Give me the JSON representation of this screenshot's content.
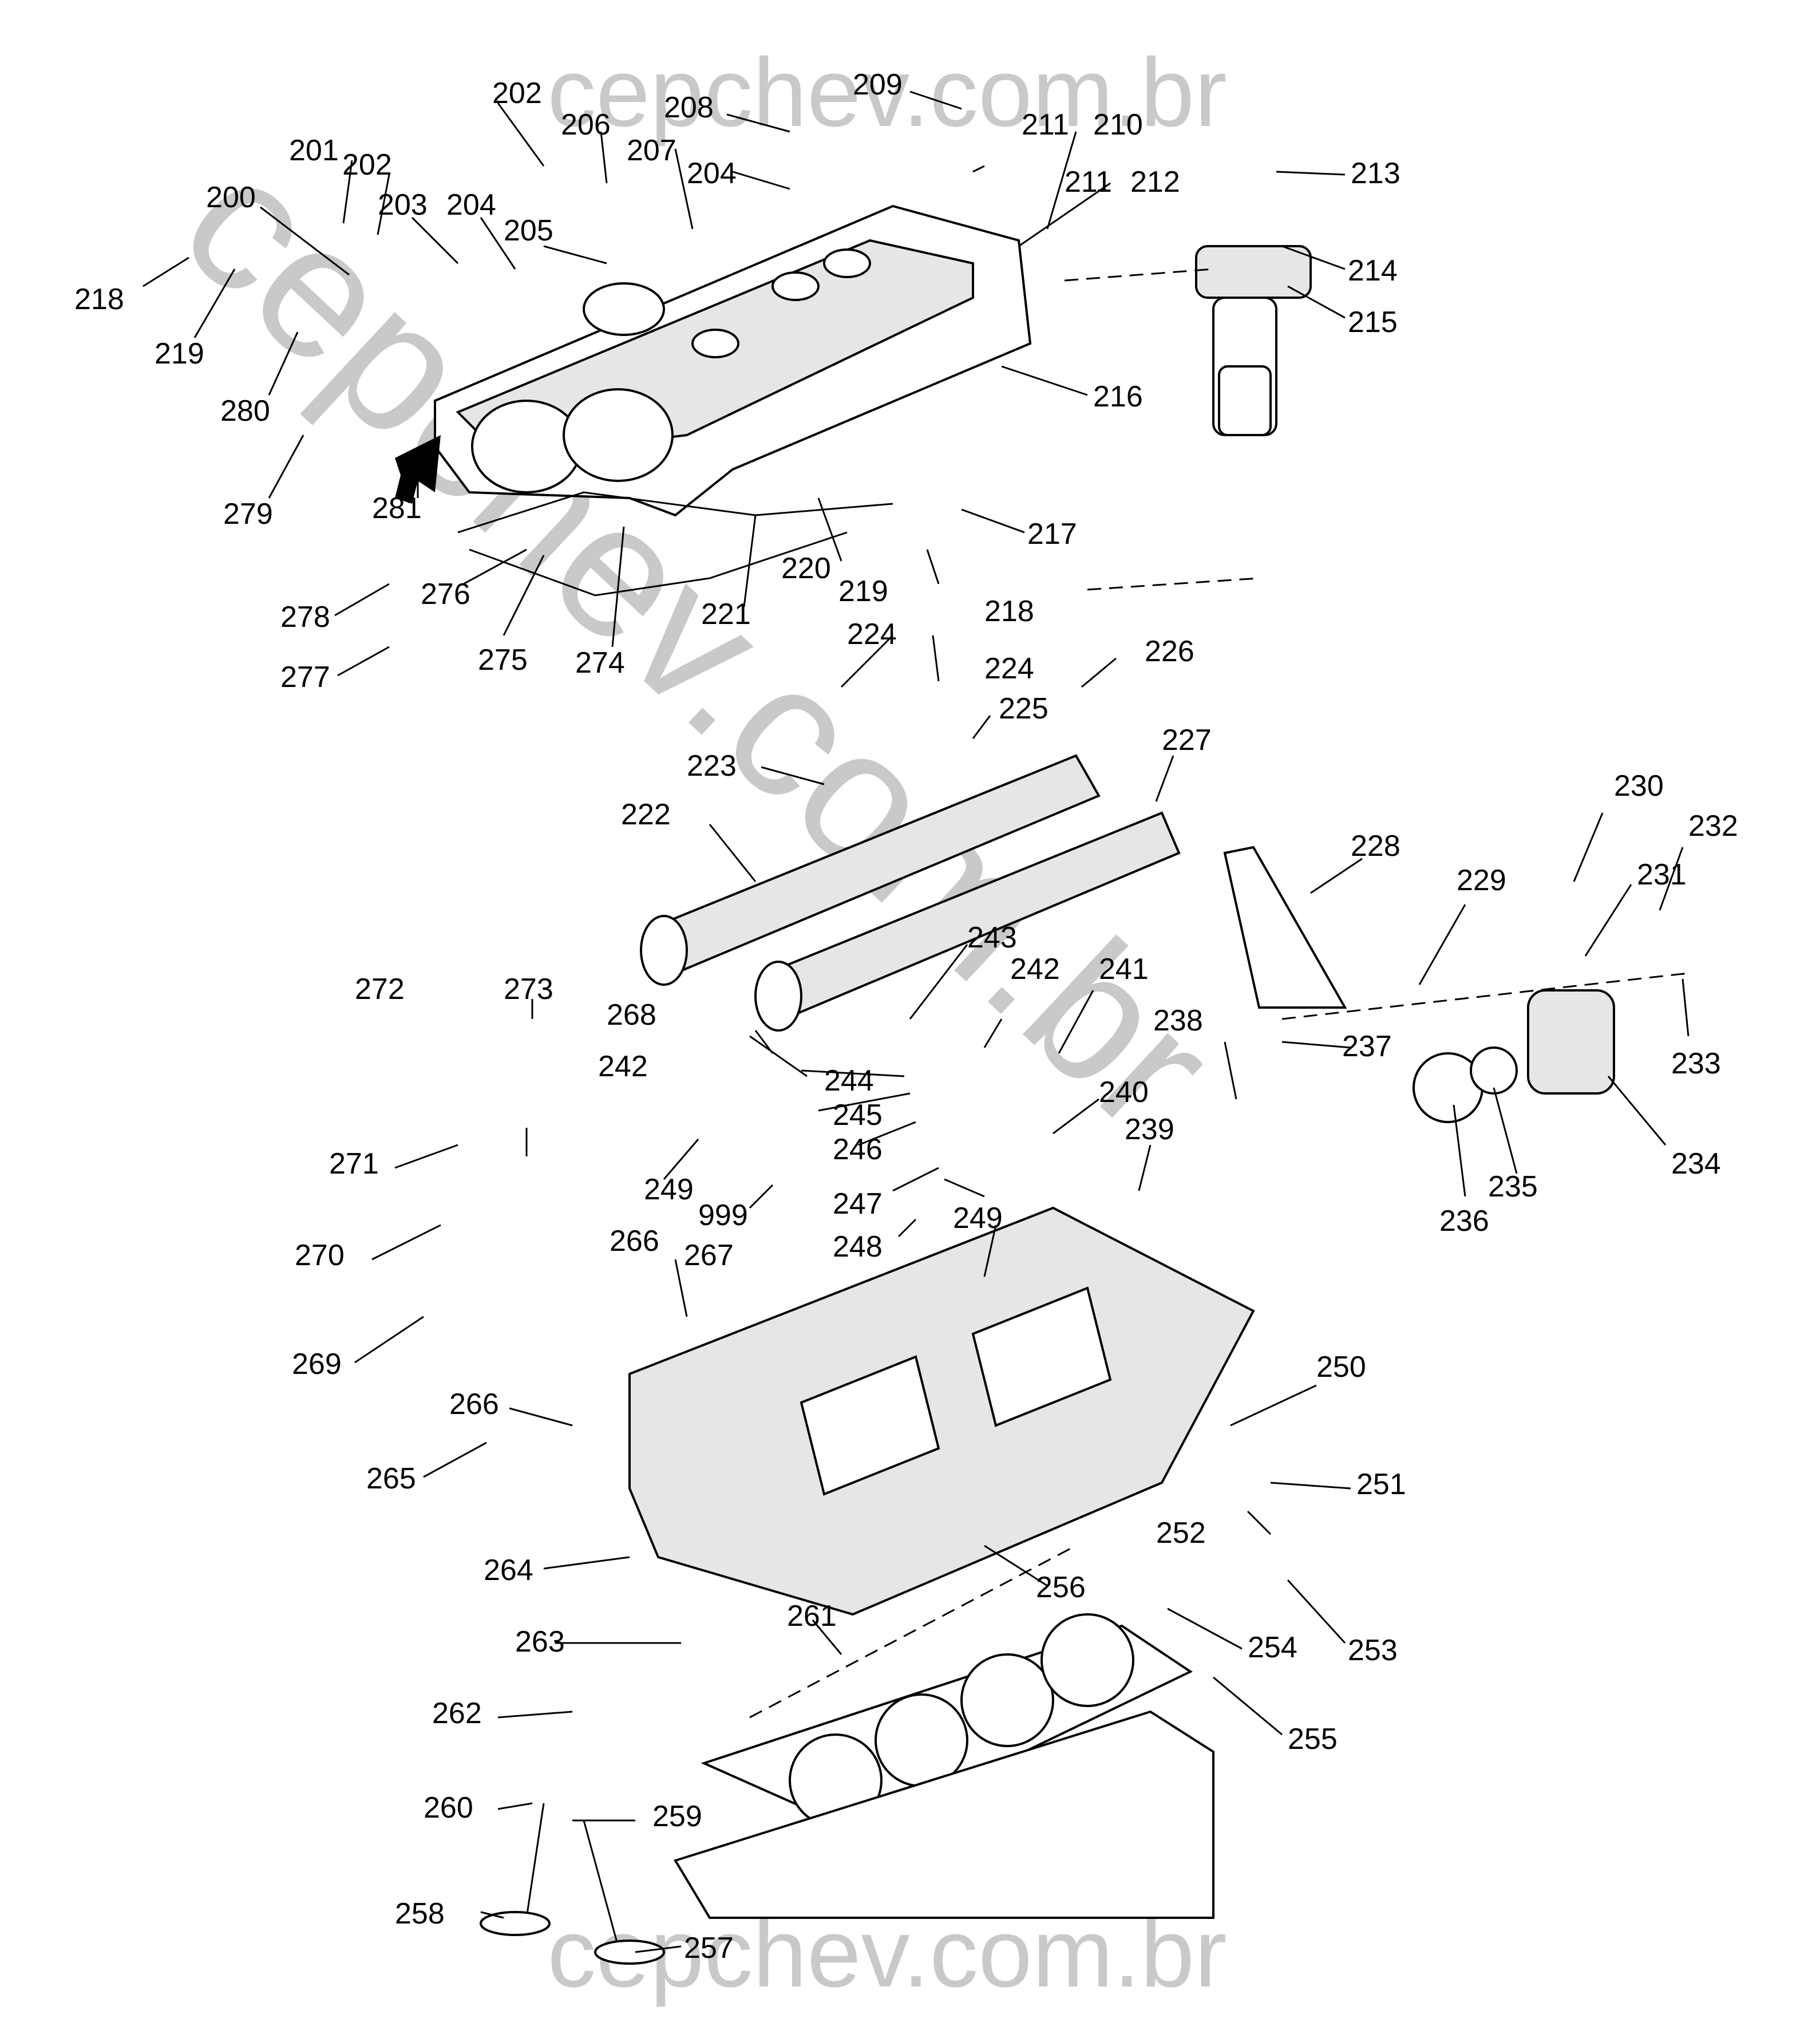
{
  "watermark": {
    "top": "cepchev.com.br",
    "diagonal": "cepchev.com.br",
    "bottom": "cepchev.com.br"
  },
  "callouts": [
    "200",
    "201",
    "202",
    "202",
    "203",
    "204",
    "204",
    "205",
    "206",
    "207",
    "208",
    "209",
    "210",
    "211",
    "211",
    "212",
    "213",
    "214",
    "215",
    "216",
    "217",
    "218",
    "218",
    "219",
    "219",
    "220",
    "221",
    "222",
    "223",
    "224",
    "224",
    "225",
    "226",
    "227",
    "228",
    "229",
    "230",
    "231",
    "232",
    "233",
    "234",
    "235",
    "236",
    "237",
    "238",
    "239",
    "240",
    "241",
    "242",
    "242",
    "243",
    "244",
    "245",
    "246",
    "247",
    "248",
    "249",
    "249",
    "250",
    "251",
    "252",
    "253",
    "254",
    "255",
    "256",
    "257",
    "258",
    "259",
    "260",
    "261",
    "262",
    "263",
    "264",
    "265",
    "266",
    "266",
    "267",
    "268",
    "269",
    "270",
    "271",
    "272",
    "273",
    "274",
    "275",
    "276",
    "277",
    "278",
    "279",
    "280",
    "281",
    "999"
  ]
}
